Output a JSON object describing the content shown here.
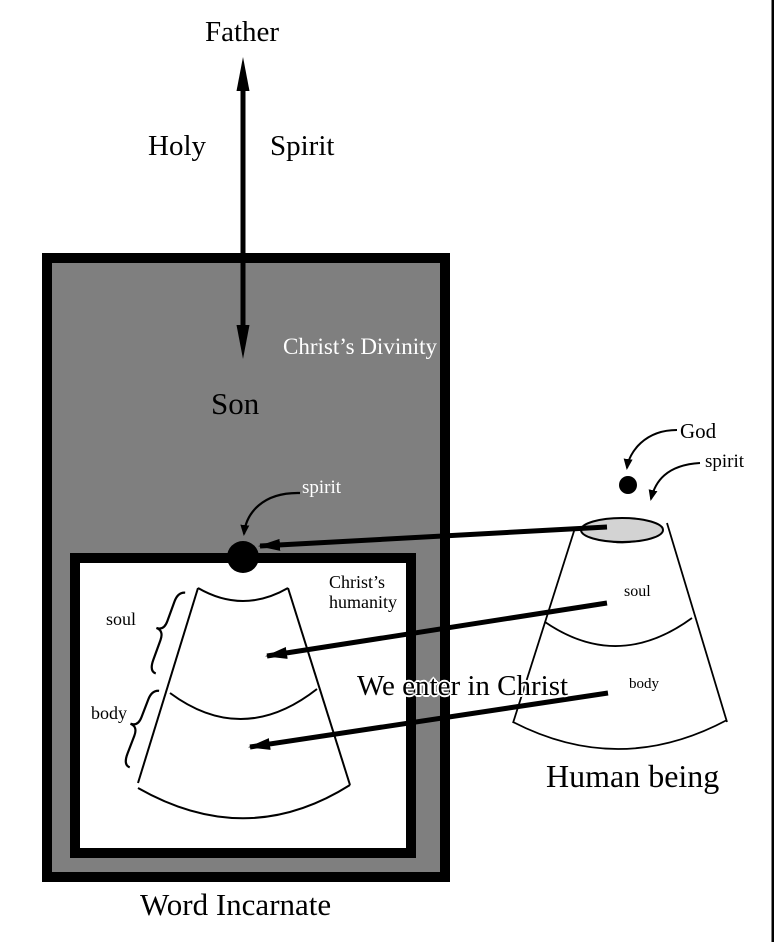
{
  "title": "Trinity and Incarnation diagram",
  "colors": {
    "divinity_box_fill": "#7f7f7f",
    "spirit_ellipse_fill": "#d3d3d3",
    "ink": "#000000",
    "background": "#ffffff"
  },
  "trinity": {
    "father": "Father",
    "holy": "Holy",
    "spirit": "Spirit",
    "son": "Son"
  },
  "divinity_box": {
    "label": "Christ’s Divinity",
    "spirit_label": "spirit",
    "caption": "Word Incarnate"
  },
  "humanity_box": {
    "label_line1": "Christ’s",
    "label_line2": "humanity",
    "soul_label": "soul",
    "body_label": "body"
  },
  "human_being": {
    "god_label": "God",
    "spirit_label": "spirit",
    "soul_label": "soul",
    "body_label": "body",
    "caption": "Human being"
  },
  "center_text": "We enter in Christ",
  "icons": {
    "double_headed_arrow": "holy-spirit-exchange-arrow",
    "left_spirit_dot": "christ-spirit-dot",
    "right_god_dot": "god-dot",
    "spirit_ellipse": "human-spirit-ellipse"
  }
}
